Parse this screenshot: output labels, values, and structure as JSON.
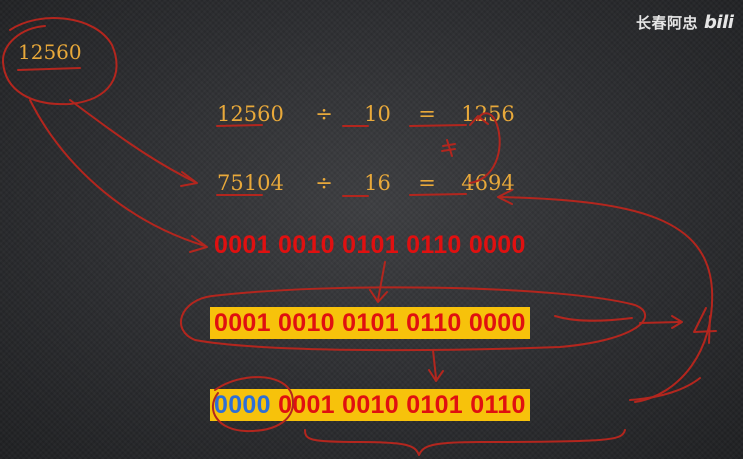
{
  "watermark": {
    "author": "长春阿忠",
    "site": "bili"
  },
  "corner_number": "12560",
  "equations": [
    {
      "a": "12560",
      "op": "÷",
      "b": "10",
      "eq": "=",
      "result": "1256"
    },
    {
      "a": "75104",
      "op": "÷",
      "b": "16",
      "eq": "=",
      "result": "4694"
    }
  ],
  "binary": {
    "row1": "0001 0010 0101 0110 0000",
    "row2": "0001 0010 0101 0110 0000",
    "row3_prefix": "0000",
    "row3_rest": " 0001 0010 0101 0110"
  },
  "annotations": {
    "side_digit": "4"
  },
  "colors": {
    "equation_text": "#e9a93a",
    "binary_red": "#e01010",
    "highlight_band": "#f7c20b",
    "shifted_blue": "#2e6fd6",
    "ink": "#b3261e"
  }
}
